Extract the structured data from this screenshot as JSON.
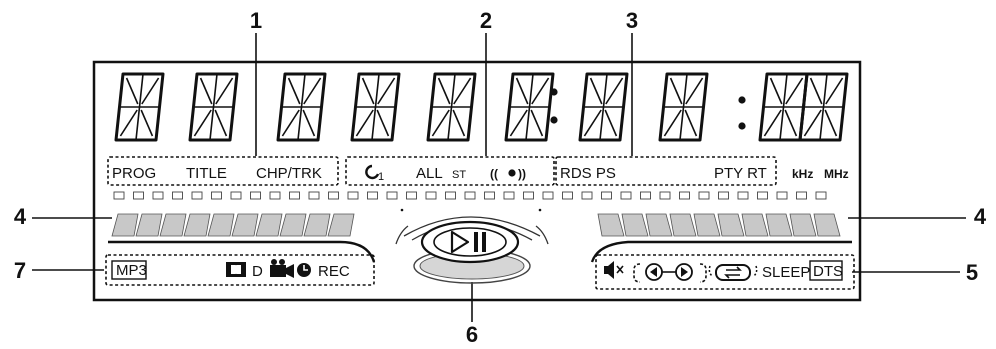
{
  "callouts": [
    "1",
    "2",
    "3",
    "4",
    "4",
    "5",
    "6",
    "7"
  ],
  "labels": {
    "prog": "PROG",
    "title": "TITLE",
    "chp_trk": "CHP/TRK",
    "all": "ALL",
    "st": "ST",
    "rds_ps": "RDS PS",
    "pty_rt": "PTY RT",
    "khz": "kHz",
    "mhz": "MHz",
    "mp3": "MP3",
    "d": "D",
    "rec": "REC",
    "sleep": "SLEEP",
    "dts": "DTS",
    "repeat_one": "1"
  }
}
